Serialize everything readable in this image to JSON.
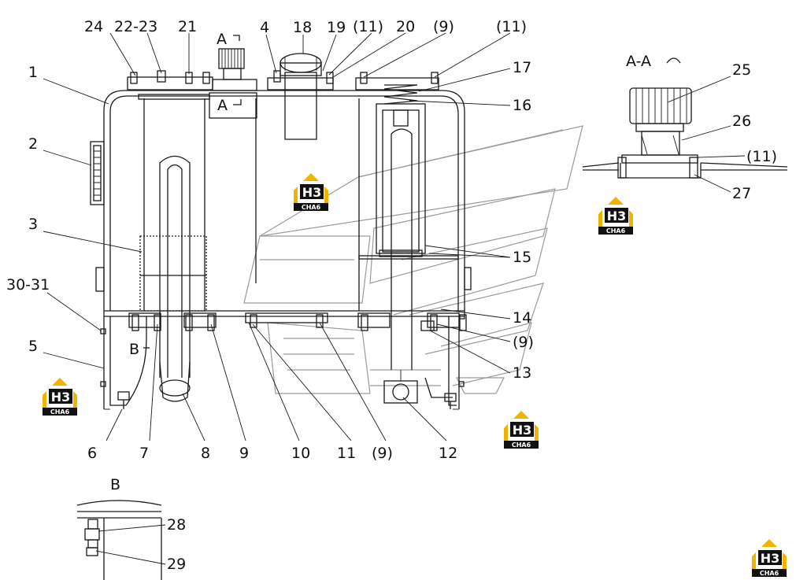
{
  "labels": {
    "l24": "24",
    "l22_23": "22-23",
    "l21": "21",
    "l4": "4",
    "l18": "18",
    "l19": "19",
    "l11a": "(11)",
    "l20": "20",
    "l9a": "(9)",
    "l11b": "(11)",
    "l1": "1",
    "l2": "2",
    "l3": "3",
    "l30_31": "30-31",
    "l5": "5",
    "l17": "17",
    "l16": "16",
    "l15": "15",
    "l14": "14",
    "l9b": "(9)",
    "l13": "13",
    "l6": "6",
    "l7": "7",
    "l8": "8",
    "l9": "9",
    "l10": "10",
    "l11": "11",
    "l9c": "(9)",
    "l12": "12",
    "l25": "25",
    "l26": "26",
    "l11c": "(11)",
    "l27": "27",
    "l28": "28",
    "l29": "29"
  },
  "section_marks": {
    "a_top": "A",
    "a_mid": "A",
    "b_mark": "B",
    "aa_view": "A-A",
    "b_view": "B"
  },
  "watermark": {
    "top": "H3",
    "bottom": "CHA6"
  }
}
